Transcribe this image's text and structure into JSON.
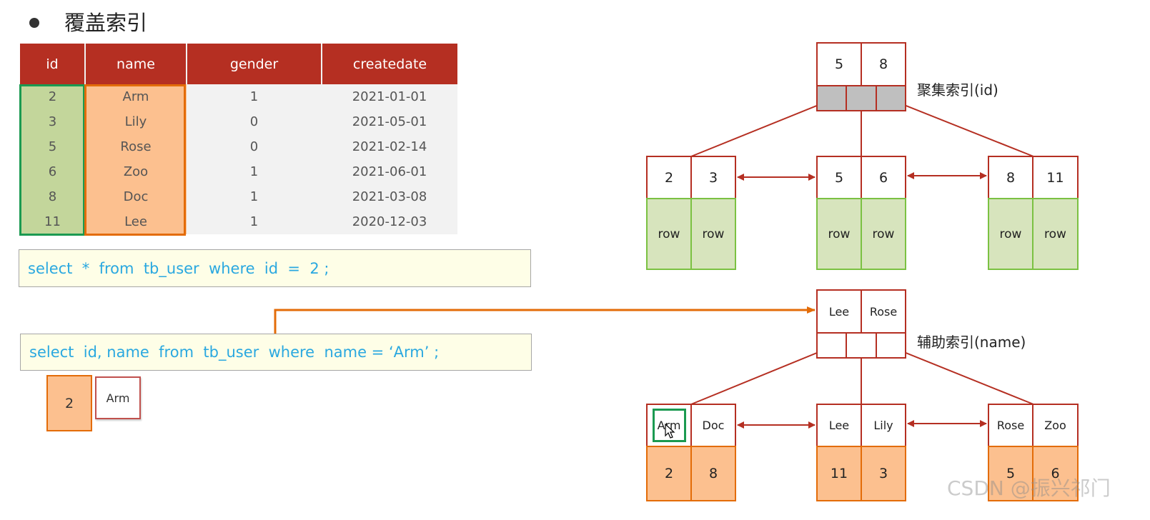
{
  "title": "覆盖索引",
  "table": {
    "headers": [
      "id",
      "name",
      "gender",
      "createdate"
    ],
    "rows": [
      [
        "2",
        "Arm",
        "1",
        "2021-01-01"
      ],
      [
        "3",
        "Lily",
        "0",
        "2021-05-01"
      ],
      [
        "5",
        "Rose",
        "0",
        "2021-02-14"
      ],
      [
        "6",
        "Zoo",
        "1",
        "2021-06-01"
      ],
      [
        "8",
        "Doc",
        "1",
        "2021-03-08"
      ],
      [
        "11",
        "Lee",
        "1",
        "2020-12-03"
      ]
    ]
  },
  "sql": {
    "query1": "select  *  from  tb_user  where  id  =  2 ;",
    "query2": "select  id, name  from  tb_user  where  name = ‘Arm’ ;"
  },
  "result": {
    "id": "2",
    "name": "Arm"
  },
  "clustered_index": {
    "label": "聚集索引(id)",
    "root": [
      "5",
      "8"
    ],
    "leaves": [
      {
        "keys": [
          "2",
          "3"
        ],
        "values": [
          "row",
          "row"
        ]
      },
      {
        "keys": [
          "5",
          "6"
        ],
        "values": [
          "row",
          "row"
        ]
      },
      {
        "keys": [
          "8",
          "11"
        ],
        "values": [
          "row",
          "row"
        ]
      }
    ]
  },
  "secondary_index": {
    "label": "辅助索引(name)",
    "root": [
      "Lee",
      "Rose"
    ],
    "leaves": [
      {
        "keys": [
          "Arm",
          "Doc"
        ],
        "values": [
          "2",
          "8"
        ]
      },
      {
        "keys": [
          "Lee",
          "Lily"
        ],
        "values": [
          "11",
          "3"
        ]
      },
      {
        "keys": [
          "Rose",
          "Zoo"
        ],
        "values": [
          "5",
          "6"
        ]
      }
    ]
  },
  "watermark": "CSDN @振兴祁门",
  "colors": {
    "header_red": "#b52f22",
    "id_green": "#c3d69b",
    "name_orange": "#fcc08f",
    "sql_blue": "#2aa8e0",
    "arrow_orange": "#e36c09",
    "row_green": "#d7e4bd"
  }
}
